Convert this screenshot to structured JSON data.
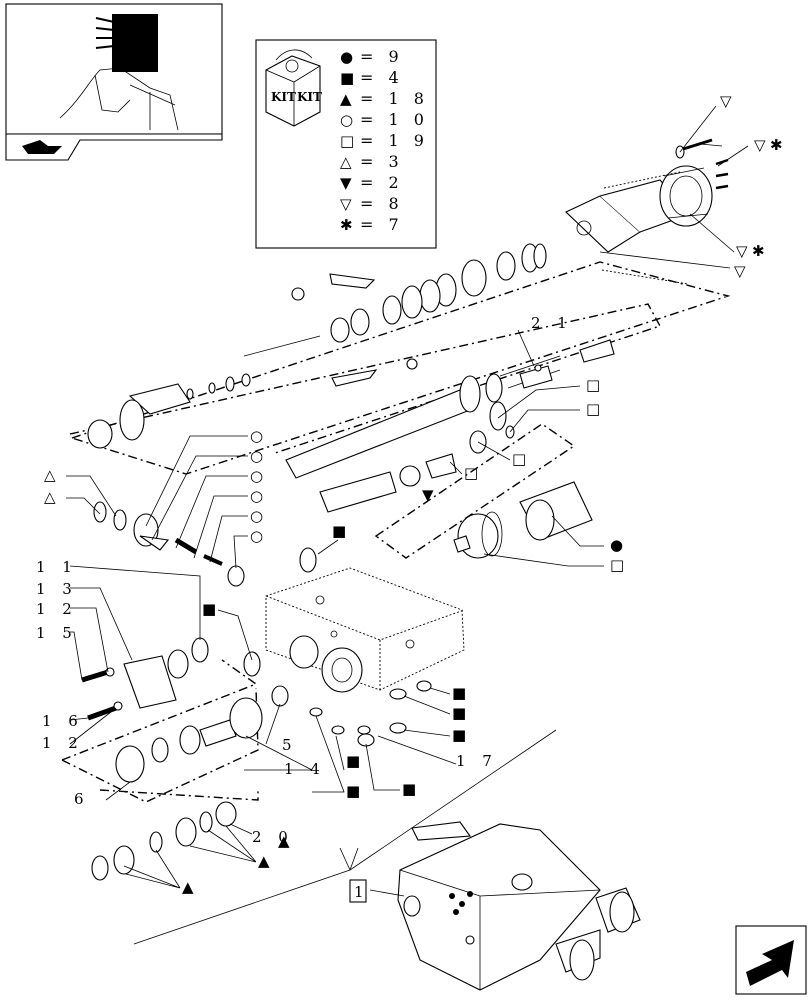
{
  "kit_legend": [
    {
      "symbol": "●",
      "value": "= 9"
    },
    {
      "symbol": "■",
      "value": "= 4"
    },
    {
      "symbol": "▲",
      "value": "= 1 8"
    },
    {
      "symbol": "○",
      "value": "= 1 0"
    },
    {
      "symbol": "□",
      "value": "= 1 9"
    },
    {
      "symbol": "△",
      "value": "= 3"
    },
    {
      "symbol": "▼",
      "value": "= 2"
    },
    {
      "symbol": "▽",
      "value": "= 8"
    },
    {
      "symbol": "✱",
      "value": "= 7"
    }
  ],
  "kit_icon_text": [
    "KIT",
    "KIT"
  ],
  "callouts": {
    "c21": "2 1",
    "c11": "1 1",
    "c13": "1 3",
    "c12a": "1 2",
    "c15": "1 5",
    "c16": "1 6",
    "c12b": "1 2",
    "c5": "5",
    "c14": "1 4",
    "c17": "1 7",
    "c6": "6",
    "c20": "2 0",
    "c1": "1"
  },
  "symbols": {
    "open_tri_down": "▽",
    "star": "✱",
    "open_square": "□",
    "open_circle": "○",
    "open_tri_up": "△",
    "filled_tri_down": "▼",
    "filled_square": "■",
    "filled_circle": "●",
    "filled_tri_up": "▲"
  },
  "icons": {
    "thumbnail": "tractor-valve-location-thumbnail",
    "nav_back": "previous-page-arrow-icon",
    "nav_next": "next-page-arrow-icon"
  }
}
